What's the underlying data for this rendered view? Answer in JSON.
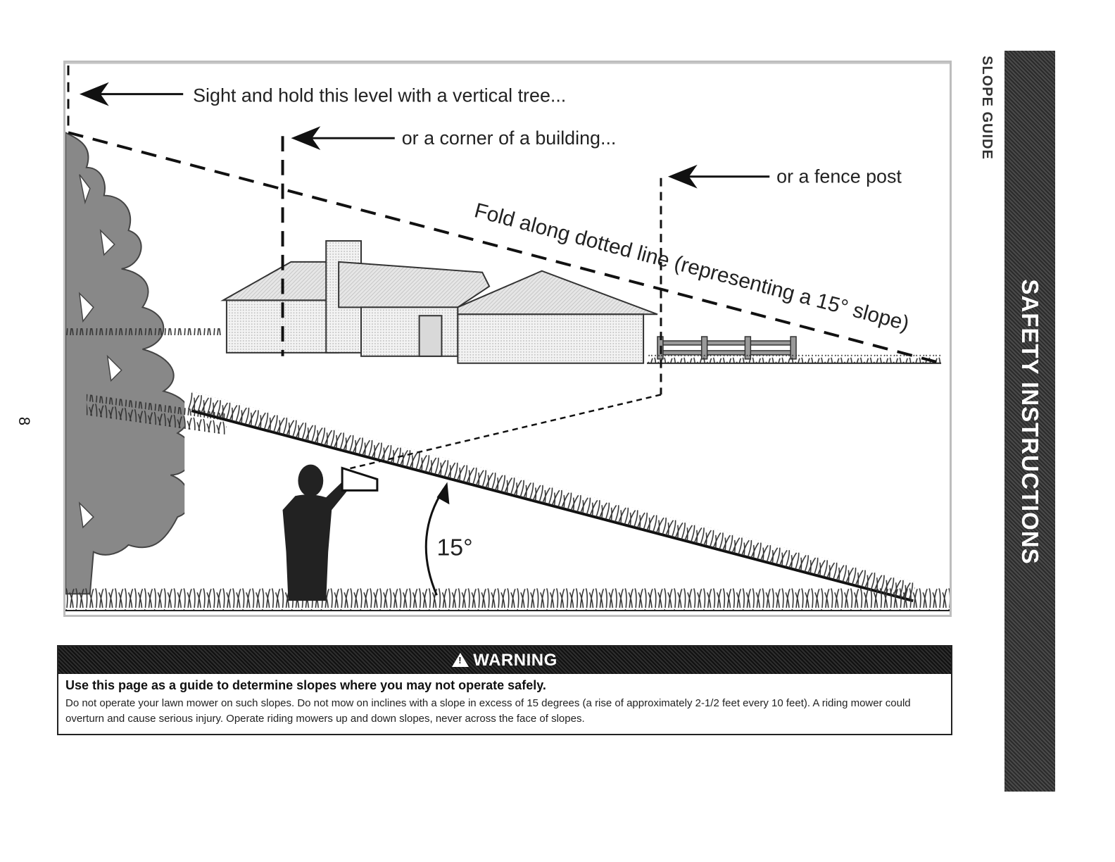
{
  "page": {
    "number": "8",
    "section_tab": "SLOPE GUIDE",
    "side_band_title": "SAFETY INSTRUCTIONS"
  },
  "illustration": {
    "label_tree": "Sight and hold this level with a vertical tree...",
    "label_building": "or a corner of a building...",
    "label_fence": "or a fence post",
    "fold_line_text": "Fold along dotted line (representing a 15° slope)",
    "angle_label": "15°"
  },
  "warning": {
    "title": "WARNING",
    "lead": "Use this page as a guide to determine slopes where you may not operate safely.",
    "body": "Do not operate your lawn mower on such slopes. Do not mow on inclines with a slope in excess of 15 degrees (a rise of approximately 2-1/2 feet every 10 feet).  A riding mower could overturn and cause serious injury. Operate riding mowers up and down slopes, never across the face of slopes."
  }
}
